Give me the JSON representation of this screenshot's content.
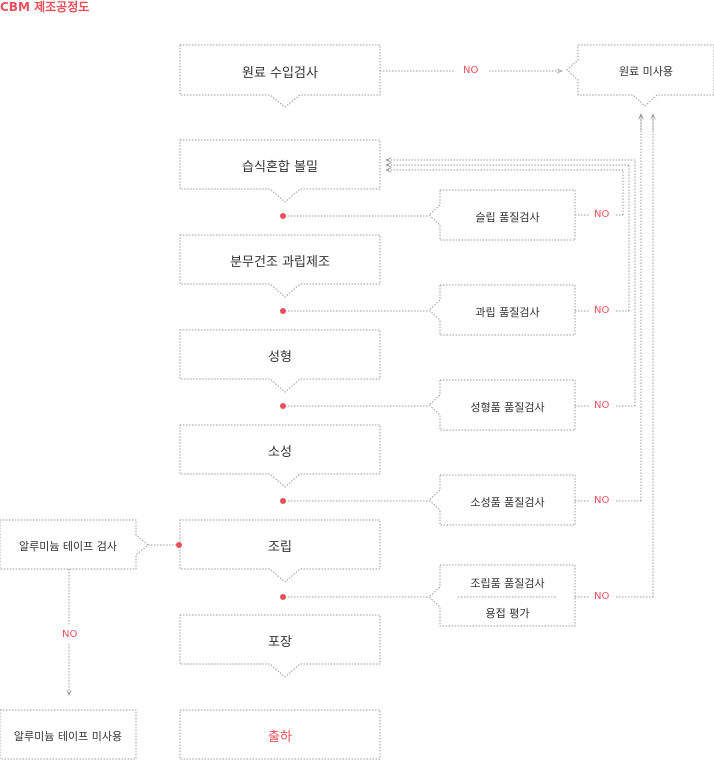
{
  "title": "CBM 제조공정도",
  "no_label": "NO",
  "colors": {
    "accent": "#e8505b",
    "border": "#999999",
    "text": "#333333"
  },
  "steps": [
    {
      "label": "원료 수입검사"
    },
    {
      "label": "습식혼합 볼밀"
    },
    {
      "label": "분무건조 과립제조"
    },
    {
      "label": "성형"
    },
    {
      "label": "소성"
    },
    {
      "label": "조립"
    },
    {
      "label": "포장"
    },
    {
      "label": "출하"
    }
  ],
  "checks": [
    {
      "label": "슬립 품질검사"
    },
    {
      "label": "과립 품질검사"
    },
    {
      "label": "성형품 품질검사"
    },
    {
      "label": "소성품 품질검사"
    },
    {
      "line1": "조립품 품질검사",
      "line2": "용접 평가"
    }
  ],
  "reject": {
    "label": "원료 미사용"
  },
  "tape_check": {
    "label": "알루미늄 테이프 검사"
  },
  "tape_reject": {
    "label": "알루미늄 테이프 미사용"
  }
}
